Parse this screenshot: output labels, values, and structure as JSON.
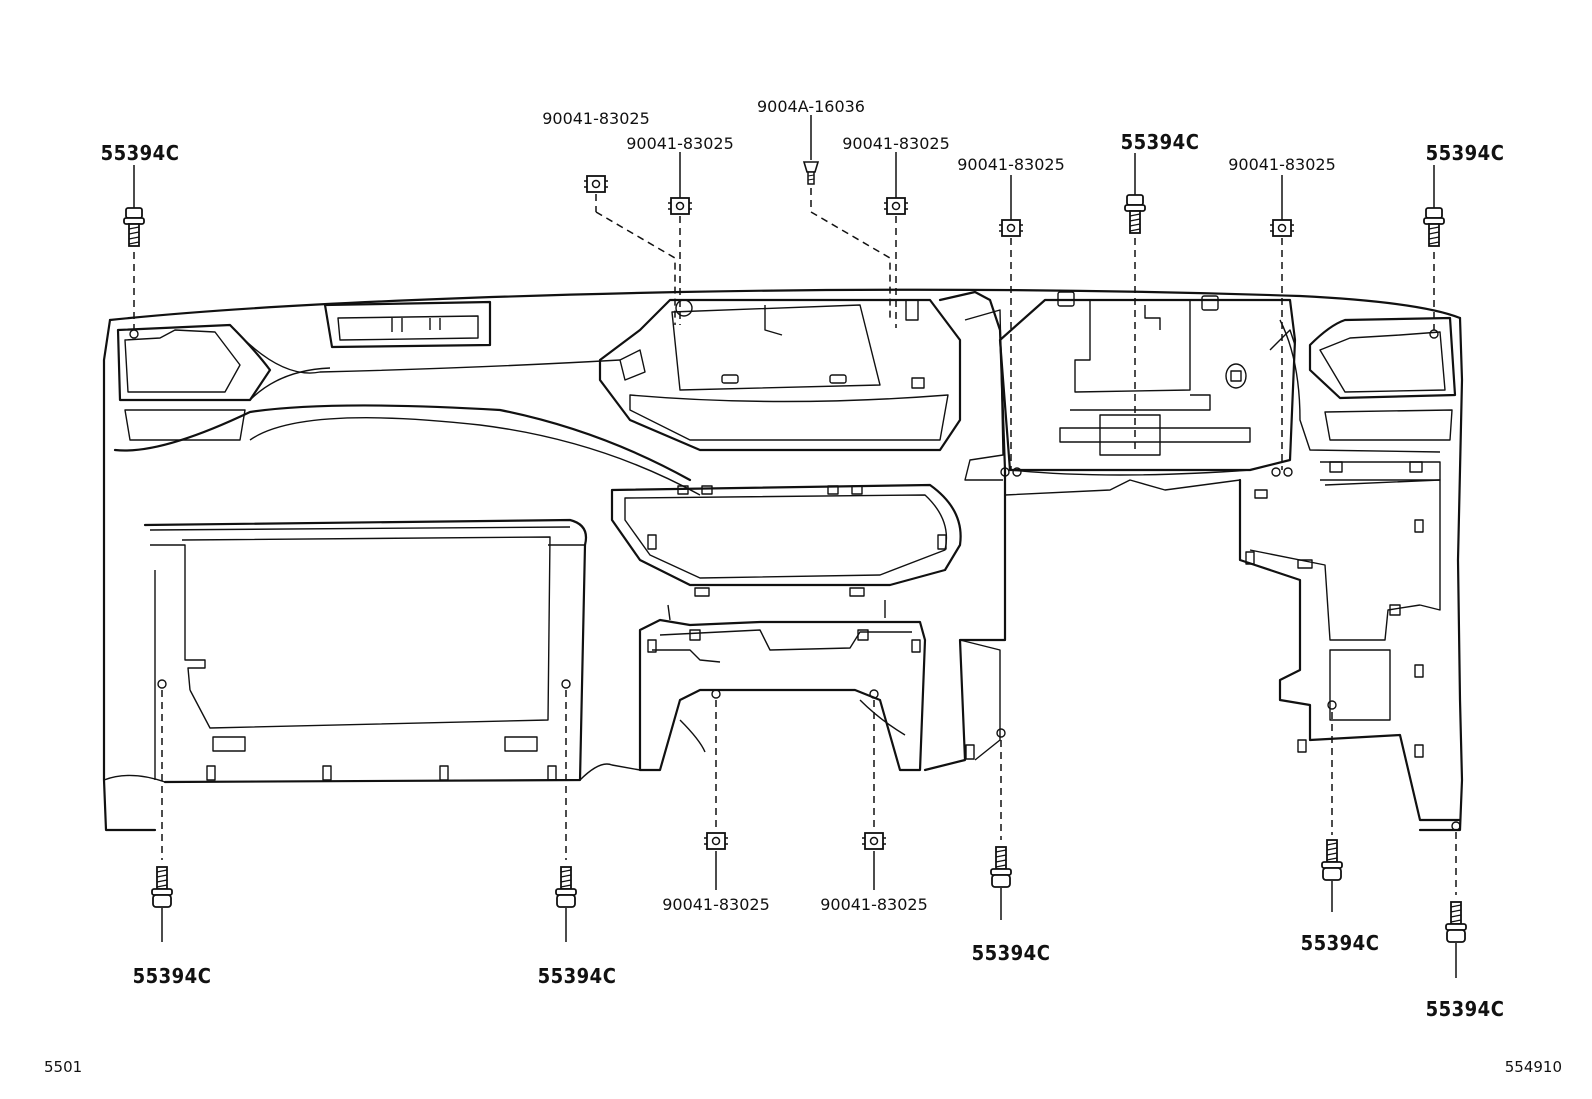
{
  "callouts": {
    "bolt_top_left": "55394C",
    "bolt_top_center": "55394C",
    "bolt_top_right": "55394C",
    "bolt_bottom_1": "55394C",
    "bolt_bottom_2": "55394C",
    "bolt_bottom_3": "55394C",
    "bolt_bottom_4": "55394C",
    "bolt_bottom_5": "55394C",
    "nut_top_1": "90041-83025",
    "nut_top_2": "90041-83025",
    "clip_top": "9004A-16036",
    "nut_top_3": "90041-83025",
    "nut_top_4": "90041-83025",
    "nut_top_5": "90041-83025",
    "nut_bottom_1": "90041-83025",
    "nut_bottom_2": "90041-83025"
  },
  "footer": {
    "left_code": "5501",
    "right_code": "554910"
  }
}
